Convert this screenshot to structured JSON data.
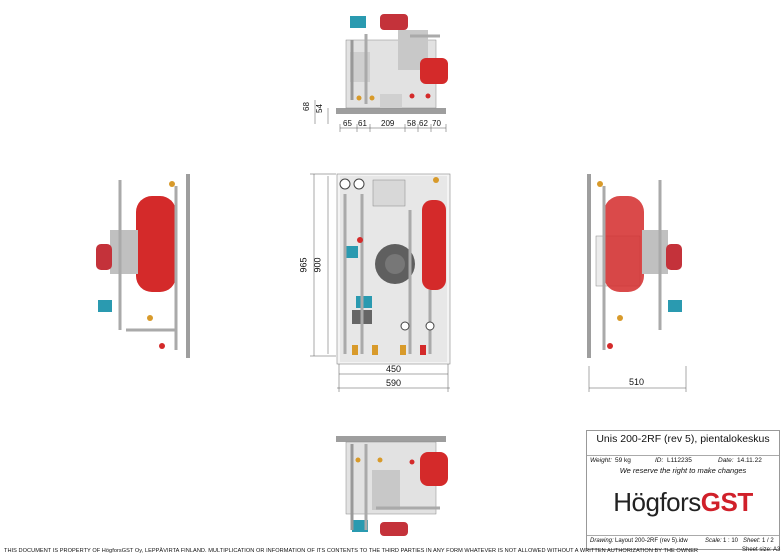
{
  "dimensions": {
    "top": [
      "68",
      "54",
      "65",
      "61",
      "209",
      "58",
      "62",
      "70"
    ],
    "front": [
      "965",
      "900",
      "450",
      "590"
    ],
    "side": [
      "510"
    ]
  },
  "title_block": {
    "title": "Unis 200-2RF (rev 5), pientalokeskus",
    "weight_label": "Weight:",
    "weight_value": "59 kg",
    "id_label": "ID:",
    "id_value": "L112235",
    "date_label": "Date:",
    "date_value": "14.11.22",
    "reserve_note": "We reserve the right to make changes",
    "logo_main": "Högfors",
    "logo_accent": "GST",
    "drawing_label": "Drawing:",
    "drawing_value": "Layout 200-2RF (rev 5).idw",
    "scale_label": "Scale:",
    "scale_value": "1 : 10",
    "sheet_label": "Sheet:",
    "sheet_value": "1 / 2",
    "sheet_size": "Sheet size: A3"
  },
  "footer": "THIS DOCUMENT IS PROPERTY OF HögforsGST Oy, LEPPÄVIRTA FINLAND. MULTIPLICATION OR INFORMATION OF ITS CONTENTS TO THE THIRD PARTIES IN ANY FORM WHATEVER IS NOT ALLOWED WITHOUT A WRITTEN AUTHORIZATION BY THE OWNER",
  "colors": {
    "accent": "#d0202a",
    "tank": "#d42a2a",
    "pump": "#c4323a",
    "valve": "#d89a2a",
    "pipe": "#bdbdbd",
    "teal": "#2a9ab0"
  }
}
